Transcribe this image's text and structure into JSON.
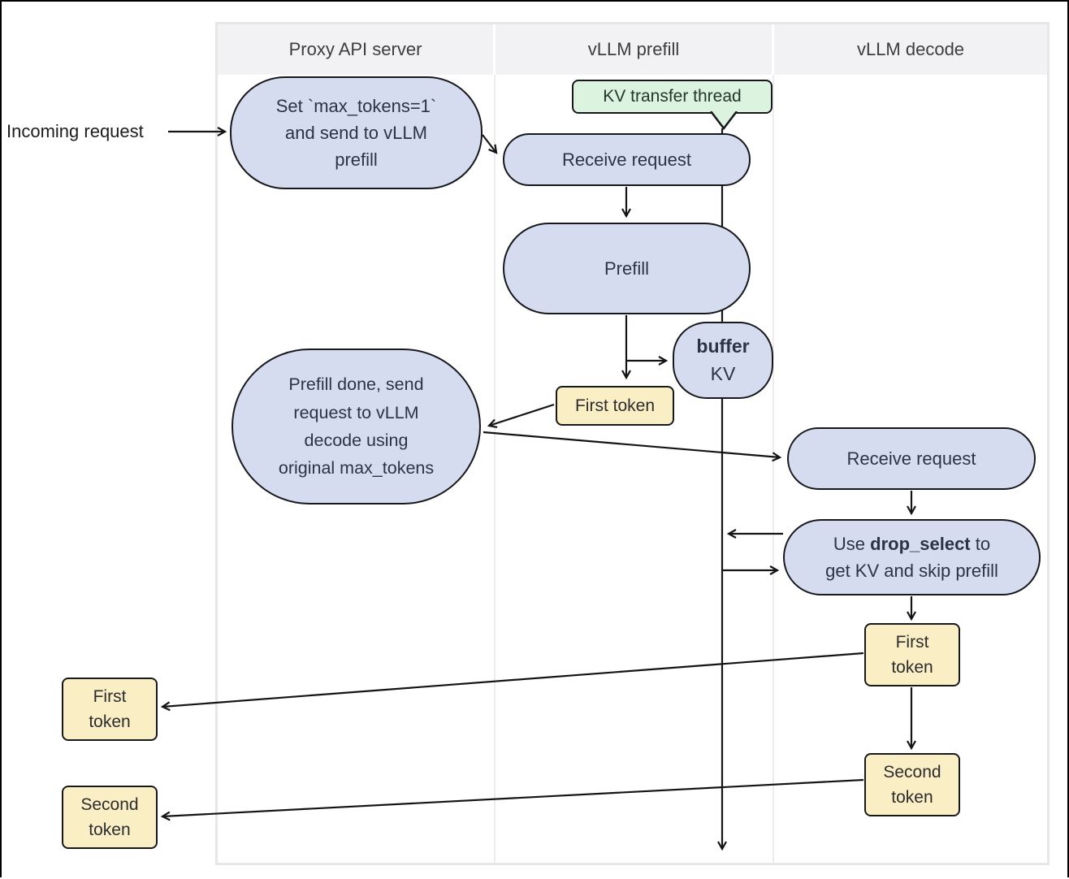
{
  "diagram": {
    "title_context": "vLLM disaggregated prefill flow",
    "lanes": [
      {
        "label": "Proxy API server"
      },
      {
        "label": "vLLM prefill"
      },
      {
        "label": "vLLM decode"
      }
    ],
    "outside": {
      "incoming_label": "Incoming request",
      "first_token_out": "First\ntoken",
      "second_token_out": "Second\ntoken"
    },
    "nodes": {
      "set_max_tokens": "Set `max_tokens=1`\nand send to vLLM\nprefill",
      "kv_transfer_thread": "KV transfer thread",
      "receive_request_prefill": "Receive request",
      "prefill": "Prefill",
      "buffer_bold": "buffer",
      "buffer_rest": "KV",
      "first_token_prefill": "First token",
      "prefill_done": "Prefill done, send\nrequest to vLLM\ndecode using\noriginal max_tokens",
      "receive_request_decode": "Receive request",
      "drop_select_pre": "Use ",
      "drop_select_bold": "drop_select",
      "drop_select_post": " to\nget KV and skip prefill",
      "first_token_decode": "First\ntoken",
      "second_token_decode": "Second\ntoken"
    },
    "colors": {
      "node_blue_fill": "#d6dcf0",
      "node_yellow_fill": "#faeec5",
      "node_green_fill": "#dcf3df",
      "node_border": "#17181c",
      "lane_header_bg": "#f2f2f4",
      "lane_border": "#e7e7e9",
      "arrow": "#141414"
    }
  }
}
